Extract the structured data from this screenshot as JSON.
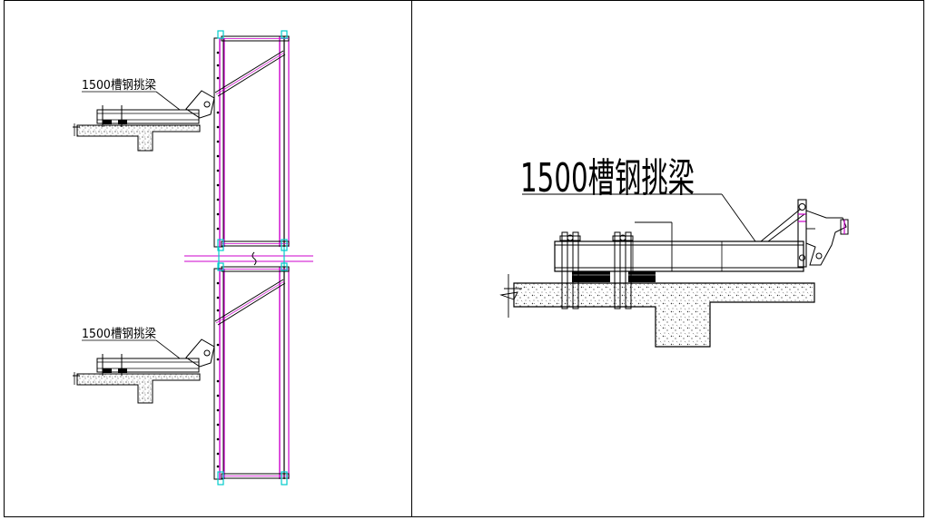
{
  "drawing": {
    "left_panel": {
      "upper_label": "1500槽钢挑梁",
      "lower_label": "1500槽钢挑梁"
    },
    "right_panel": {
      "detail_label": "1500槽钢挑梁"
    },
    "colors": {
      "line": "#000000",
      "magenta": "#cc00cc",
      "cyan": "#00cccc",
      "hatch": "#333333"
    }
  }
}
